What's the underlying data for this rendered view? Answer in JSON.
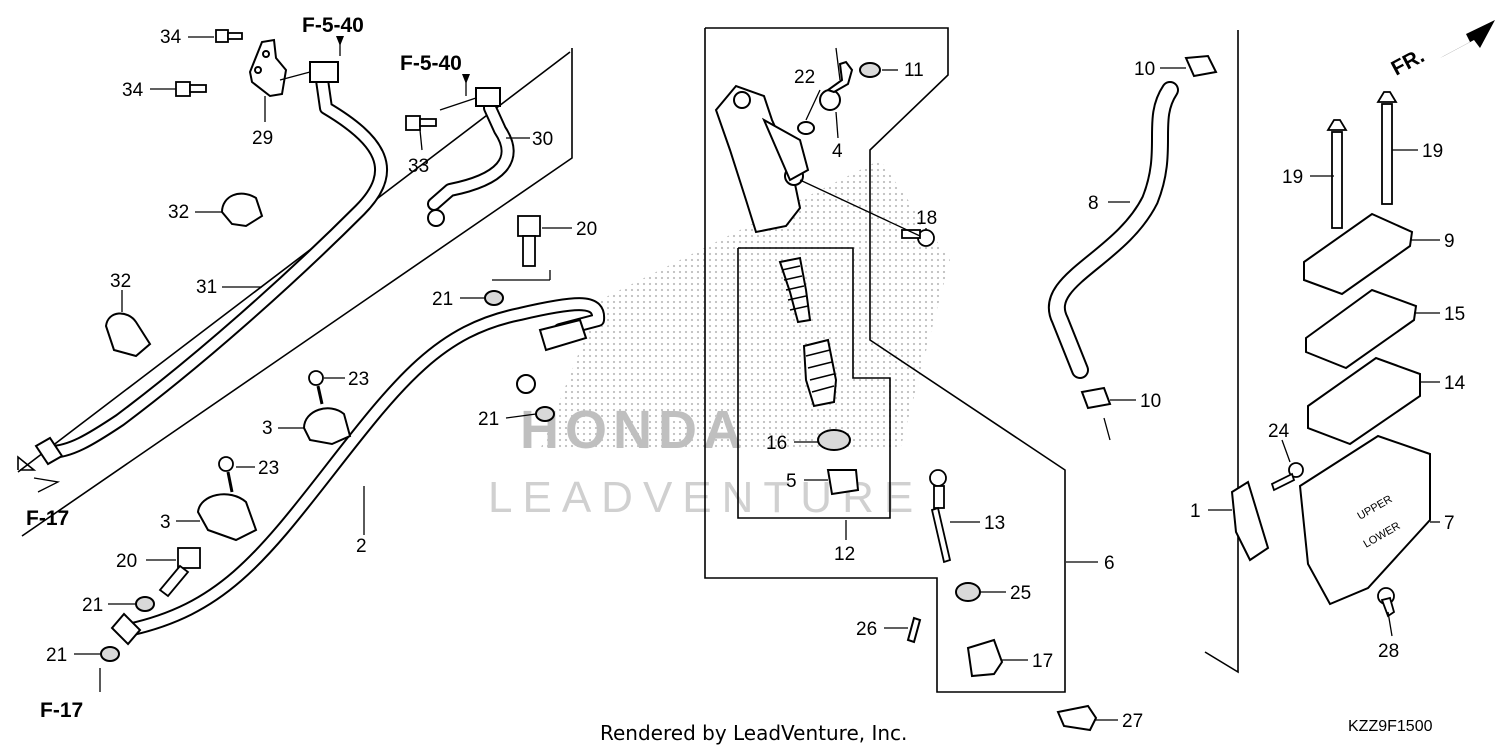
{
  "diagram": {
    "callouts": {
      "c34a": "34",
      "c34b": "34",
      "c29": "29",
      "c33": "33",
      "c30": "30",
      "c32a": "32",
      "c31": "31",
      "c32b": "32",
      "c23a": "23",
      "c3a": "3",
      "c23b": "23",
      "c3b": "3",
      "c20a": "20",
      "c21a": "21",
      "c21b": "21",
      "c20b": "20",
      "c21c": "21",
      "c21d": "21",
      "c2": "2",
      "c22": "22",
      "c11": "11",
      "c4": "4",
      "c18": "18",
      "c16": "16",
      "c5": "5",
      "c12": "12",
      "c13": "13",
      "c25": "25",
      "c26": "26",
      "c17": "17",
      "c6": "6",
      "c27": "27",
      "c10a": "10",
      "c8": "8",
      "c10b": "10",
      "c19a": "19",
      "c19b": "19",
      "c9": "9",
      "c15": "15",
      "c14": "14",
      "c24": "24",
      "c1": "1",
      "c7": "7",
      "c28": "28"
    },
    "references": {
      "f540a": "F-5-40",
      "f540b": "F-5-40",
      "f17a": "F-17",
      "f17b": "F-17"
    },
    "direction_label": "FR.",
    "reservoir_upper": "UPPER",
    "reservoir_lower": "LOWER",
    "watermark": "LEADVENTURE",
    "watermark_brand": "HONDA",
    "diagram_code": "KZZ9F1500"
  },
  "footer": {
    "rendered_by": "Rendered by LeadVenture, Inc."
  }
}
